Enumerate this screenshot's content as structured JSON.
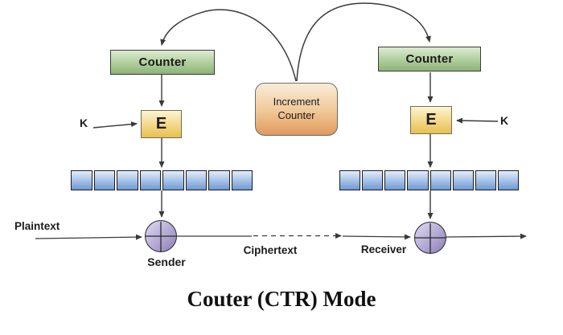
{
  "title": "Couter (CTR) Mode",
  "nodes": {
    "counter_left": {
      "label": "Counter"
    },
    "counter_right": {
      "label": "Counter"
    },
    "encrypt_left": {
      "label": "E"
    },
    "encrypt_right": {
      "label": "E"
    },
    "increment": {
      "line1": "Increment",
      "line2": "Counter"
    }
  },
  "labels": {
    "key_left": "K",
    "key_right": "K",
    "plaintext": "Plaintext",
    "sender": "Sender",
    "ciphertext": "Ciphertext",
    "receiver": "Receiver"
  },
  "registers": {
    "left_cells": 8,
    "right_cells": 8
  },
  "colors": {
    "counter_fill_top": "#dcebd1",
    "counter_fill_bottom": "#8cb377",
    "encrypt_fill_top": "#fdf4d3",
    "encrypt_fill_bottom": "#e8bf50",
    "increment_fill_top": "#f9ecd8",
    "increment_fill_bottom": "#e0995d",
    "register_fill_top": "#e3edfb",
    "register_fill_bottom": "#6e9ad3",
    "xor_fill_top": "#dedaf2",
    "xor_fill_bottom": "#8b7eb5",
    "wire": "#3a3a3a"
  }
}
